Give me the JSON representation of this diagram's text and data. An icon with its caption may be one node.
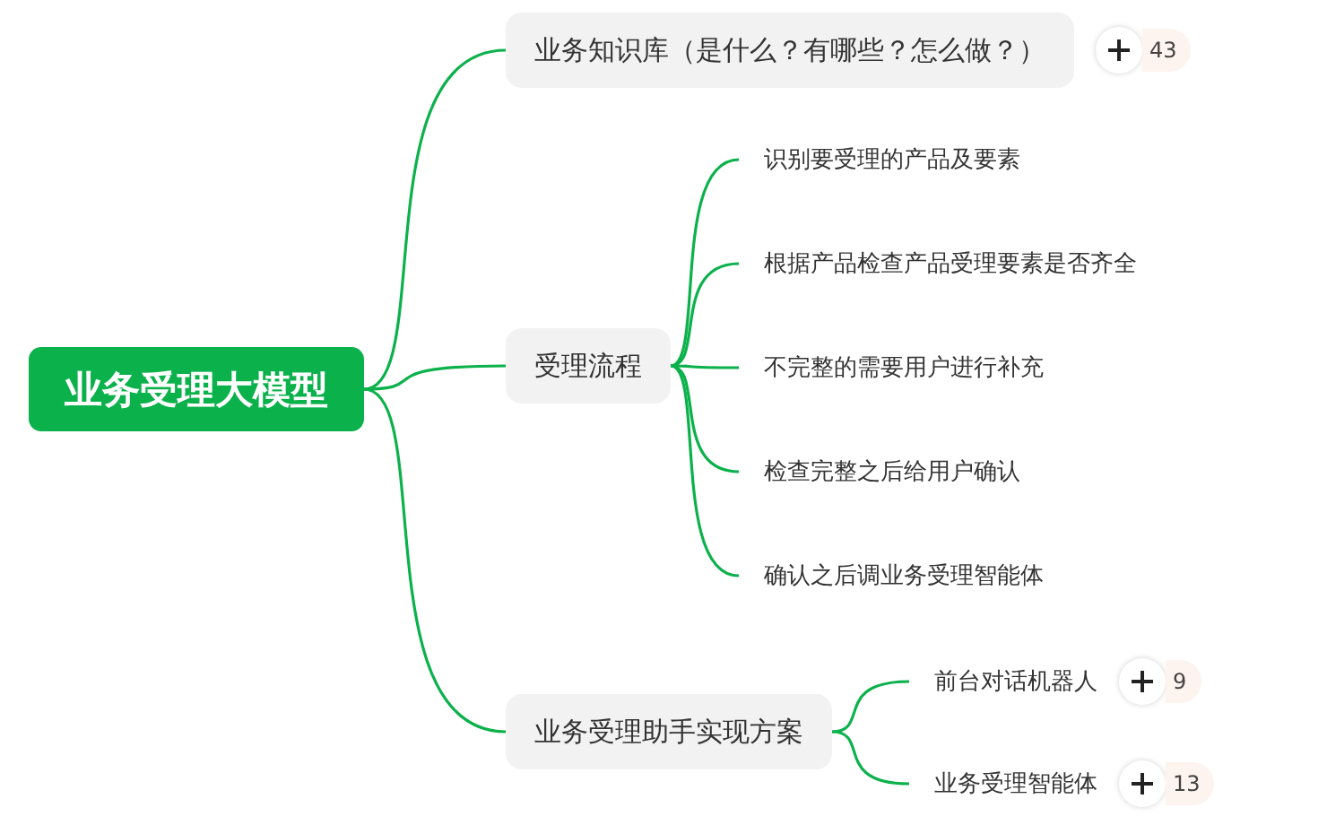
{
  "diagram": {
    "nodes": [
      {
        "text": [
          "业务受理大模型"
        ]
      },
      {
        "text": [
          "业务知识库（是什么？有哪些？怎么做？）"
        ],
        "beside": [
          "43"
        ]
      },
      {
        "text": [
          "受理流程"
        ]
      },
      {
        "text": [
          "识别要受理的产品及要素"
        ]
      },
      {
        "text": [
          "根据产品检查产品受理要素是否齐全"
        ]
      },
      {
        "text": [
          "不完整的需要用户进行补充"
        ]
      },
      {
        "text": [
          "检查完整之后给用户确认"
        ]
      },
      {
        "text": [
          "确认之后调业务受理智能体"
        ]
      },
      {
        "text": [
          "业务受理助手实现方案"
        ]
      },
      {
        "text": [
          "前台对话机器人"
        ],
        "beside": [
          "9"
        ]
      },
      {
        "text": [
          "业务受理智能体"
        ],
        "beside": [
          "13"
        ]
      }
    ],
    "edges": [
      {
        "from": 0,
        "to": 1,
        "arrow": "none"
      },
      {
        "from": 0,
        "to": 2,
        "arrow": "none"
      },
      {
        "from": 0,
        "to": 8,
        "arrow": "none"
      },
      {
        "from": 2,
        "to": 3,
        "arrow": "none"
      },
      {
        "from": 2,
        "to": 4,
        "arrow": "none"
      },
      {
        "from": 2,
        "to": 5,
        "arrow": "none"
      },
      {
        "from": 2,
        "to": 6,
        "arrow": "none"
      },
      {
        "from": 2,
        "to": 7,
        "arrow": "none"
      },
      {
        "from": 8,
        "to": 9,
        "arrow": "none"
      },
      {
        "from": 8,
        "to": 10,
        "arrow": "none"
      }
    ]
  }
}
